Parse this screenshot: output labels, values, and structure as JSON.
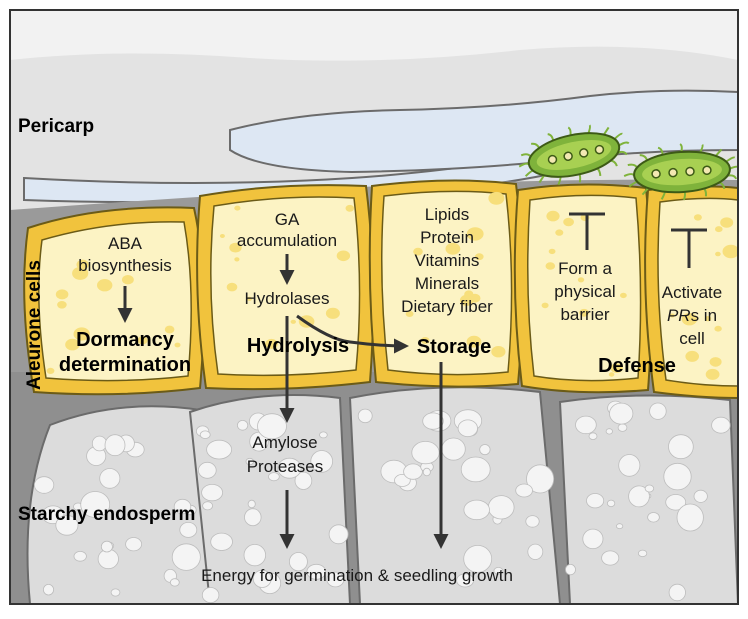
{
  "colors": {
    "pericarp": "#e3e3e3",
    "pericarp_inner": "#dde7f3",
    "aleurone_fill": "#f1c33d",
    "aleurone_cell": "#fcf3c4",
    "cell_dot": "#f7df7c",
    "endosperm": "#dcdcdc",
    "endosperm_dark": "#8a8a8a",
    "granule": "#f4f4f4",
    "bacteria_body": "#7fb33b",
    "bacteria_core": "#a8d052",
    "arrow": "#333333"
  },
  "labels": {
    "pericarp": "Pericarp",
    "aleurone": "Aleurone cells",
    "endosperm": "Starchy endosperm",
    "bottom": "Energy for germination & seedling growth"
  },
  "cells": {
    "dormancy": {
      "line1": "ABA",
      "line2": "biosynthesis",
      "title1": "Dormancy",
      "title2": "determination"
    },
    "hydrolysis": {
      "line1": "GA",
      "line2": "accumulation",
      "line3": "Hydrolases",
      "title": "Hydrolysis"
    },
    "storage": {
      "items": [
        "Lipids",
        "Protein",
        "Vitamins",
        "Minerals",
        "Dietary fiber"
      ],
      "title": "Storage"
    },
    "defense": {
      "barrier": [
        "Form a",
        "physical",
        "barrier"
      ],
      "title": "Defense",
      "activate_line1": "Activate",
      "activate_prs": "PR",
      "activate_s_in": "s in",
      "activate_line3": "cell"
    }
  },
  "endosperm_products": [
    "Amylose",
    "Proteases"
  ],
  "icons": [
    "arrow-down-icon",
    "arrow-right-icon",
    "inhibition-bar-icon",
    "bacterium-icon"
  ]
}
